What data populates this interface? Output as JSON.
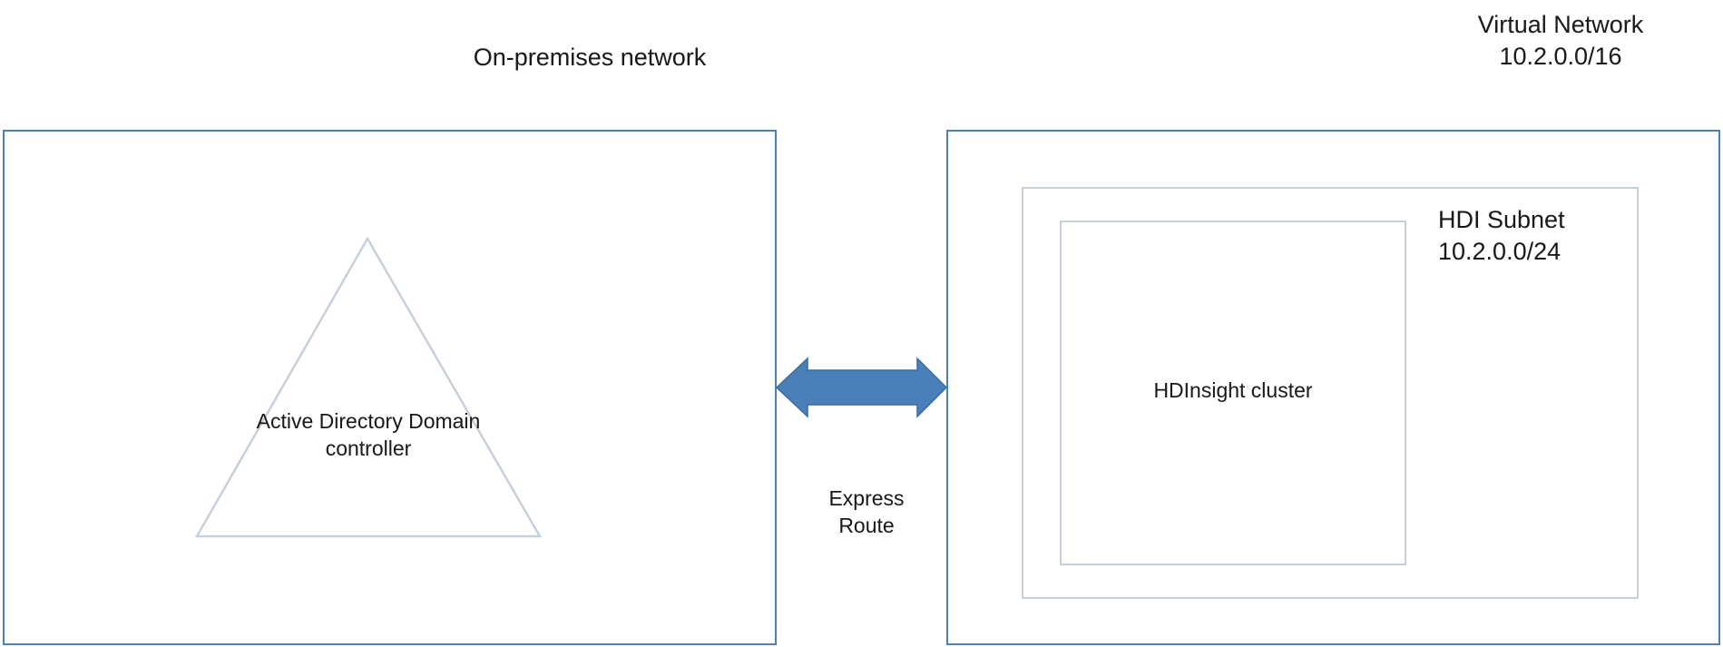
{
  "onprem": {
    "title": "On-premises network",
    "ad_label": "Active Directory Domain\ncontroller"
  },
  "vnet": {
    "title": "Virtual Network\n10.2.0.0/16",
    "subnet_label": "HDI Subnet\n10.2.0.0/24",
    "hdinsight_label": "HDInsight cluster"
  },
  "connection": {
    "label": "Express\nRoute"
  },
  "colors": {
    "network_border": "#4a80b9",
    "inner_border": "#c7d0d9",
    "arrow_fill": "#4a80b9",
    "arrow_stroke": "#3a6a9c"
  }
}
